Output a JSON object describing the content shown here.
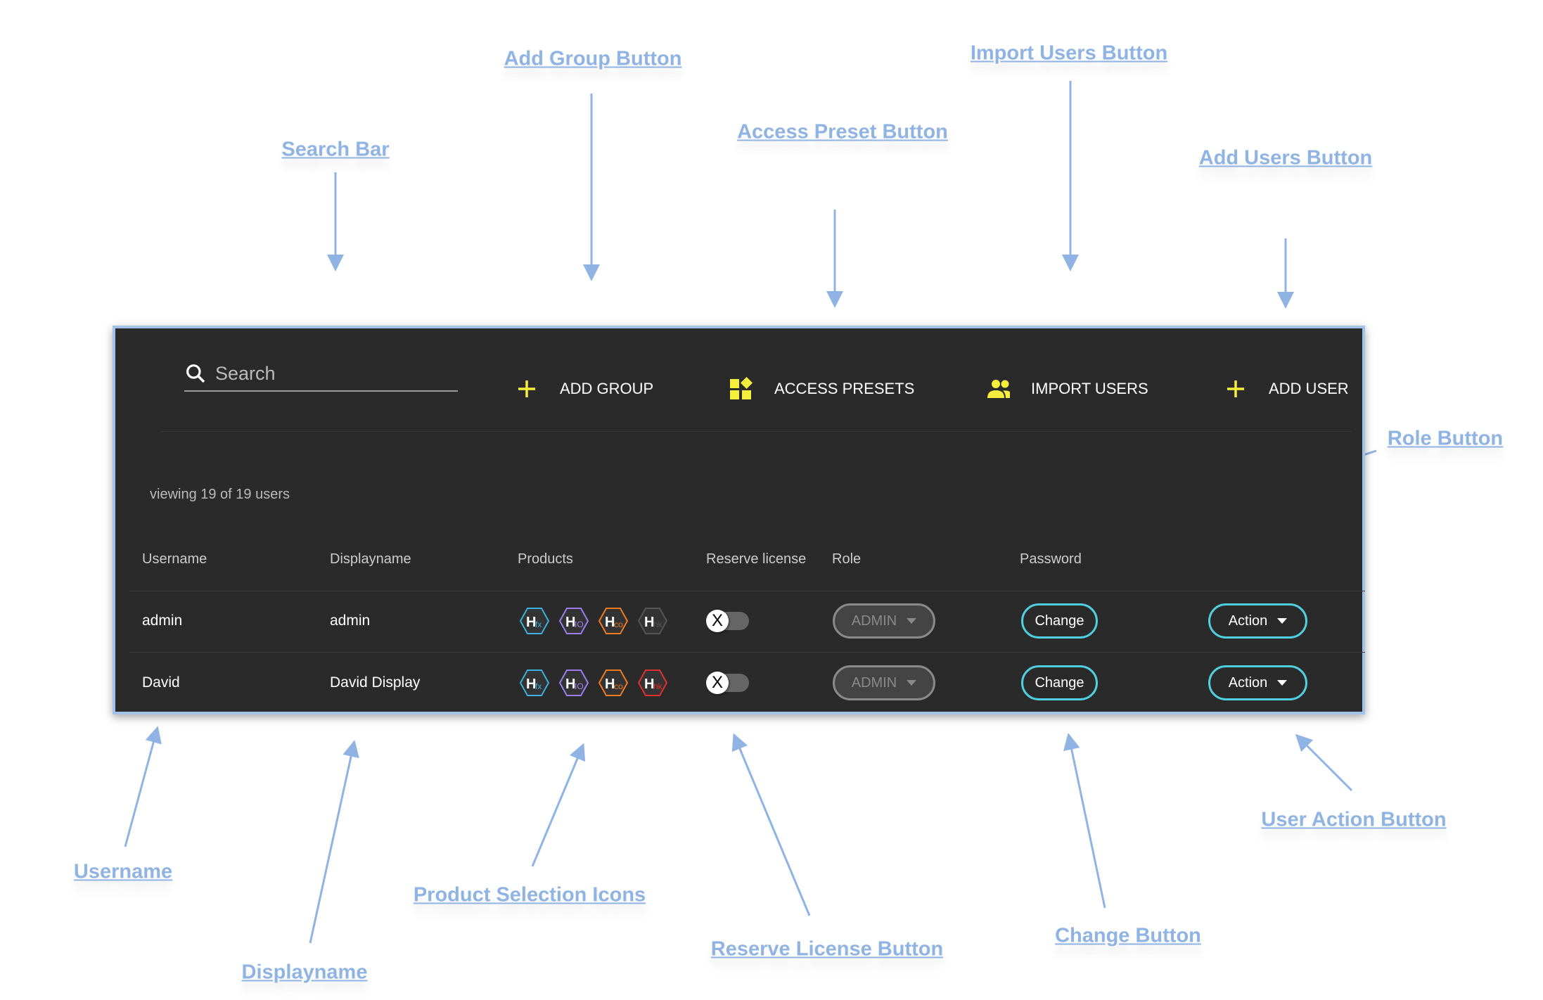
{
  "annotations": {
    "search_bar": "Search Bar",
    "add_group": "Add Group Button",
    "access_preset": "Access Preset Button",
    "import_users": "Import Users Button",
    "add_users": "Add Users Button",
    "role": "Role Button",
    "username": "Username",
    "displayname": "Displayname",
    "products": "Product Selection Icons",
    "reserve": "Reserve License Button",
    "change": "Change Button",
    "user_action": "User Action Button"
  },
  "colors": {
    "annotation": "#8fb4e3",
    "accent_yellow": "#f5ef3b",
    "button_outline": "#4fd0e0",
    "panel_bg": "#2a2a2a"
  },
  "toolbar": {
    "search_placeholder": "Search",
    "add_group": "ADD GROUP",
    "access_presets": "ACCESS PRESETS",
    "import_users": "IMPORT USERS",
    "add_user": "ADD USER"
  },
  "status": "viewing 19 of 19 users",
  "table": {
    "headers": [
      "Username",
      "Displayname",
      "Products",
      "Reserve license",
      "Role",
      "Password"
    ],
    "rows": [
      {
        "username": "admin",
        "displayname": "admin",
        "products": [
          {
            "code": "fx",
            "color": "#3ab0e0",
            "enabled": true
          },
          {
            "code": "IO",
            "color": "#9a7ef0",
            "enabled": true
          },
          {
            "code": "co",
            "color": "#f07a20",
            "enabled": true
          },
          {
            "code": "hk",
            "color": "#555555",
            "enabled": false
          }
        ],
        "reserve": "X",
        "role": "ADMIN",
        "password": "Change",
        "action": "Action"
      },
      {
        "username": "David",
        "displayname": "David Display",
        "products": [
          {
            "code": "fx",
            "color": "#3ab0e0",
            "enabled": true
          },
          {
            "code": "IO",
            "color": "#9a7ef0",
            "enabled": true
          },
          {
            "code": "co",
            "color": "#f07a20",
            "enabled": true
          },
          {
            "code": "hk",
            "color": "#e03030",
            "enabled": true
          }
        ],
        "reserve": "X",
        "role": "ADMIN",
        "password": "Change",
        "action": "Action"
      }
    ]
  }
}
